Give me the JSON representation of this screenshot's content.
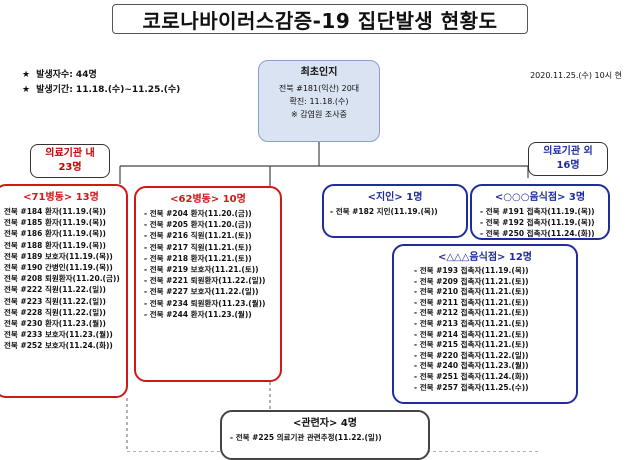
{
  "title": "코로나바이러스감증-19 집단발생 현황도",
  "summary": {
    "star": "★",
    "count": "발생자수: 44명",
    "period": "발생기간: 11.18.(수)~11.25.(수)"
  },
  "date": "2020.11.25.(수) 10시 현",
  "first_case": {
    "title": "최초인지",
    "line1": "전북 #181(익산) 20대",
    "line2": "확진: 11.18.(수)",
    "line3": "※ 감염원 조사중"
  },
  "inside": {
    "line1": "의료기관 내",
    "line2": "23명"
  },
  "outside": {
    "line1": "의료기관 외",
    "line2": "16명"
  },
  "groups": {
    "ward71": {
      "title": "<71병동> 13명",
      "items": [
        "전북 #184 환자(11.19.(목))",
        "전북 #185 환자(11.19.(목))",
        "전북 #186 환자(11.19.(목))",
        "전북 #188 환자(11.19.(목))",
        "전북 #189 보호자(11.19.(목))",
        "전북 #190 간병인(11.19.(목))",
        "전북 #208 퇴원환자(11.20.(금))",
        "전북 #222 직원(11.22.(일))",
        "전북 #223 직원(11.22.(일))",
        "전북 #228 직원(11.22.(일))",
        "전북 #230 환자(11.23.(월))",
        "전북 #233 보호자(11.23.(월))",
        "전북 #252 보호자(11.24.(화))"
      ]
    },
    "ward62": {
      "title": "<62병동> 10명",
      "items": [
        "- 전북 #204 환자(11.20.(금))",
        "- 전북 #205 환자(11.20.(금))",
        "- 전북 #216 직원(11.21.(토))",
        "- 전북 #217 직원(11.21.(토))",
        "- 전북 #218 환자(11.21.(토))",
        "- 전북 #219 보호자(11.21.(토))",
        "- 전북 #221 퇴원환자(11.22.(일))",
        "- 전북 #227 보호자(11.22.(일))",
        "- 전북 #234 퇴원환자(11.23.(월))",
        "- 전북 #244 환자(11.23.(월))"
      ]
    },
    "acquaint": {
      "title": "<지인> 1명",
      "items": [
        "- 전북 #182 지인(11.19.(목))"
      ]
    },
    "restaurant1": {
      "title": "<○○○음식점> 3명",
      "items": [
        "- 전북 #191 접촉자(11.19.(목))",
        "- 전북 #192 접촉자(11.19.(목))",
        "- 전북 #250 접촉자(11.24.(화))"
      ]
    },
    "restaurant2": {
      "title": "<△△△음식점> 12명",
      "items": [
        "- 전북 #193 접촉자(11.19.(목))",
        "- 전북 #209 접촉자(11.21.(토))",
        "- 전북 #210 접촉자(11.21.(토))",
        "- 전북 #211 접촉자(11.21.(토))",
        "- 전북 #212 접촉자(11.21.(토))",
        "- 전북 #213 접촉자(11.21.(토))",
        "- 전북 #214 접촉자(11.21.(토))",
        "- 전북 #215 접촉자(11.21.(토))",
        "- 전북 #220 접촉자(11.22.(일))",
        "- 전북 #240 접촉자(11.23.(월))",
        "- 전북 #251 접촉자(11.24.(화))",
        "- 전북 #257 접촉자(11.25.(수))"
      ]
    },
    "related": {
      "title": "<관련자> 4명",
      "items": [
        "- 전북 #225 의료기관 관련추정(11.22.(일))"
      ]
    }
  }
}
